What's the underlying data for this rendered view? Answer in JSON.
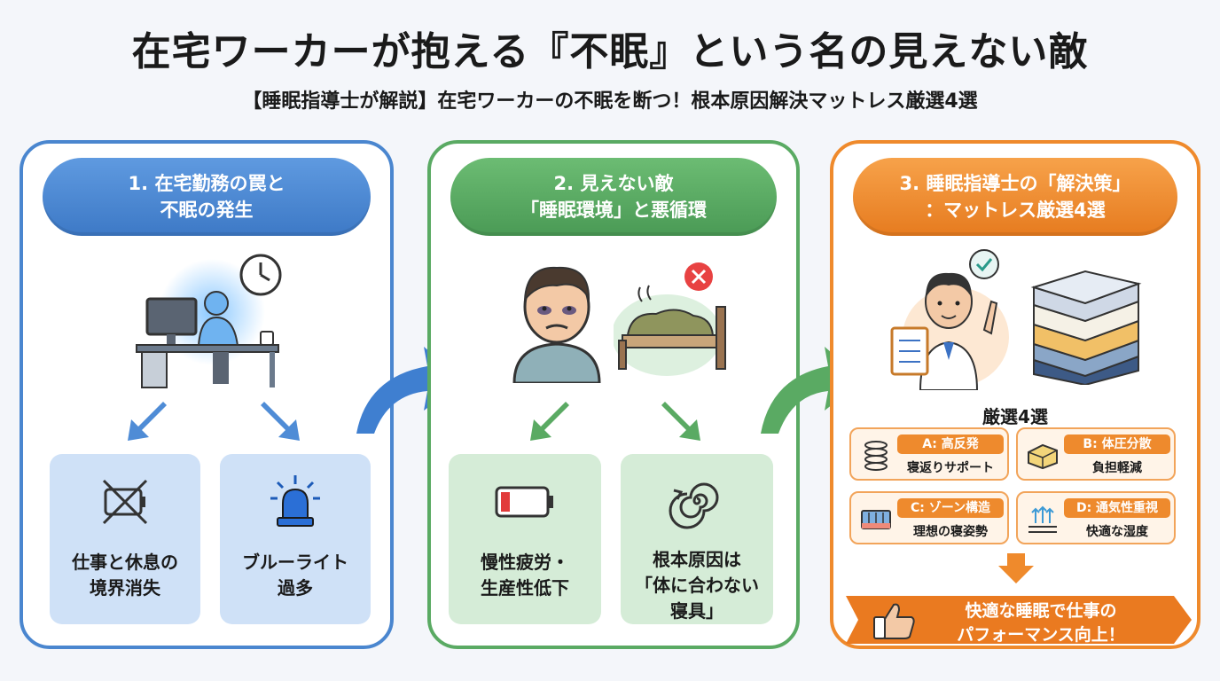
{
  "header": {
    "title": "在宅ワーカーが抱える『不眠』という名の見えない敵",
    "subtitle": "【睡眠指導士が解説】在宅ワーカーの不眠を断つ！根本原因解決マットレス厳選4選"
  },
  "panels": [
    {
      "heading": [
        "1. 在宅勤務の罠と",
        "不眠の発生"
      ],
      "cards": [
        {
          "lines": [
            "仕事と休息の",
            "境界消失"
          ],
          "icon": "no-battery-icon"
        },
        {
          "lines": [
            "ブルーライト",
            "過多"
          ],
          "icon": "siren-icon"
        }
      ],
      "accent": "#4a86cf"
    },
    {
      "heading": [
        "2. 見えない敵",
        "「睡眠環境」と悪循環"
      ],
      "cards": [
        {
          "lines": [
            "慢性疲労・",
            "生産性低下"
          ],
          "icon": "low-battery-icon"
        },
        {
          "lines": [
            "根本原因は",
            "「体に合わない",
            "寝具」"
          ],
          "icon": "spiral-icon"
        }
      ],
      "accent": "#5aaa63"
    },
    {
      "heading": [
        "3. 睡眠指導士の「解決策」",
        "：マットレス厳選4選"
      ],
      "selection_label": "厳選4選",
      "options": [
        {
          "title": "A: 高反発",
          "desc": "寝返りサポート",
          "icon": "spring-icon"
        },
        {
          "title": "B: 体圧分散",
          "desc": "負担軽減",
          "icon": "foam-icon"
        },
        {
          "title": "C: ゾーン構造",
          "desc": "理想の寝姿勢",
          "icon": "zone-mattress-icon"
        },
        {
          "title": "D: 通気性重視",
          "desc": "快適な湿度",
          "icon": "airflow-icon"
        }
      ],
      "result": [
        "快適な睡眠で仕事の",
        "パフォーマンス向上！"
      ],
      "accent": "#ef8a2c"
    }
  ]
}
